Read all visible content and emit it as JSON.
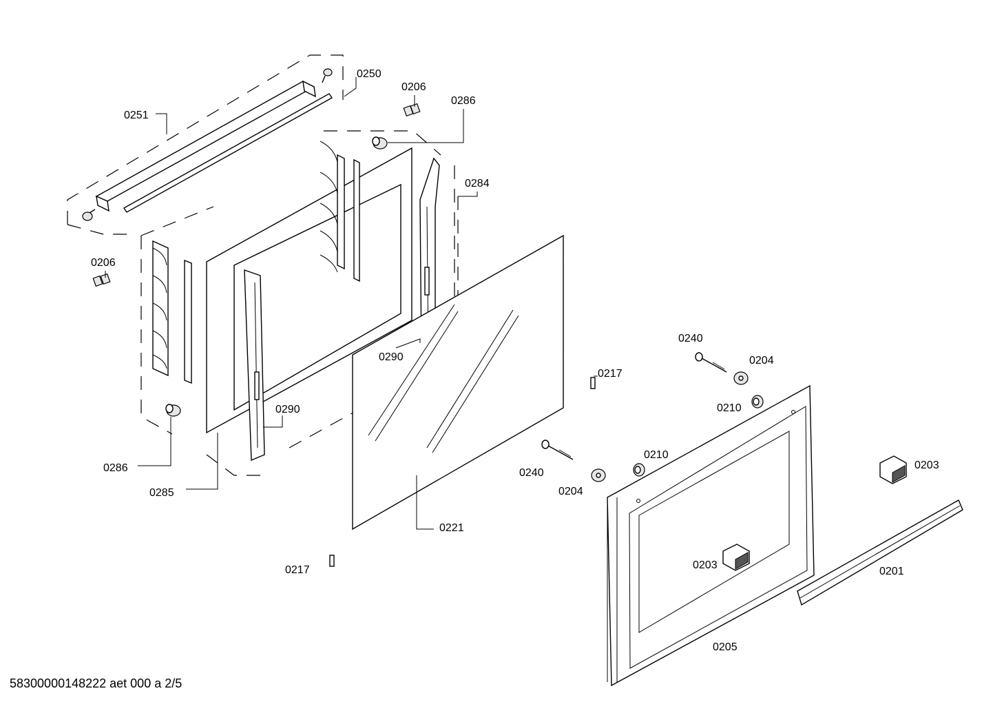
{
  "document_id": "58300000148222 aet 000 a 2/5",
  "callouts": [
    {
      "id": "c-0250a",
      "text": "0250"
    },
    {
      "id": "c-0251",
      "text": "0251"
    },
    {
      "id": "c-0206a",
      "text": "0206"
    },
    {
      "id": "c-0286a",
      "text": "0286"
    },
    {
      "id": "c-0284",
      "text": "0284"
    },
    {
      "id": "c-0206b",
      "text": "0206"
    },
    {
      "id": "c-0290a",
      "text": "0290"
    },
    {
      "id": "c-0290b",
      "text": "0290"
    },
    {
      "id": "c-0286b",
      "text": "0286"
    },
    {
      "id": "c-0285",
      "text": "0285"
    },
    {
      "id": "c-0221",
      "text": "0221"
    },
    {
      "id": "c-0217a",
      "text": "0217"
    },
    {
      "id": "c-0217b",
      "text": "0217"
    },
    {
      "id": "c-0240a",
      "text": "0240"
    },
    {
      "id": "c-0204a",
      "text": "0204"
    },
    {
      "id": "c-0210a",
      "text": "0210"
    },
    {
      "id": "c-0240b",
      "text": "0240"
    },
    {
      "id": "c-0204b",
      "text": "0204"
    },
    {
      "id": "c-0210b",
      "text": "0210"
    },
    {
      "id": "c-0203a",
      "text": "0203"
    },
    {
      "id": "c-0203b",
      "text": "0203"
    },
    {
      "id": "c-0201",
      "text": "0201"
    },
    {
      "id": "c-0205",
      "text": "0205"
    }
  ]
}
